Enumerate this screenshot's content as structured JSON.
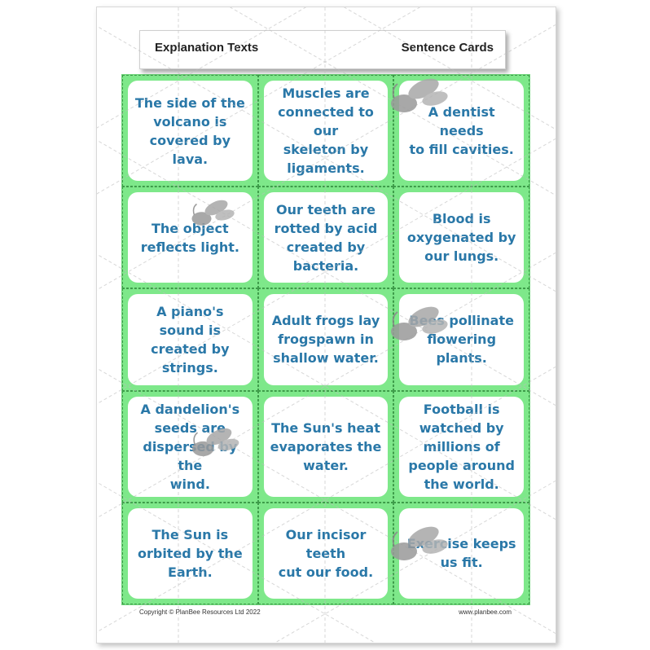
{
  "header": {
    "title": "Explanation Texts",
    "right_label": "Sentence Cards"
  },
  "cards": [
    "The side of the\nvolcano is\ncovered by lava.",
    "Muscles are\nconnected to our\nskeleton by\nligaments.",
    "A dentist needs\nto fill cavities.",
    "The object\nreflects light.",
    "Our teeth are\nrotted by acid\ncreated by\nbacteria.",
    "Blood is\noxygenated by\nour lungs.",
    "A piano's sound is\ncreated by\nstrings.",
    "Adult frogs lay\nfrogspawn in\nshallow water.",
    "Bees pollinate\nflowering plants.",
    "A dandelion's\nseeds are\ndispersed by the\nwind.",
    "The Sun's heat\nevaporates the\nwater.",
    "Football is\nwatched by\nmillions of\npeople around\nthe world.",
    "The Sun is\norbited by the\nEarth.",
    "Our incisor teeth\ncut our food.",
    "Exercise keeps\nus fit."
  ],
  "footer": {
    "copyright": "Copyright © PlanBee Resources Ltd 2022",
    "website": "www.planbee.com"
  },
  "colors": {
    "card_border_green": "#7ee88a",
    "text_blue": "#2a78a8"
  }
}
